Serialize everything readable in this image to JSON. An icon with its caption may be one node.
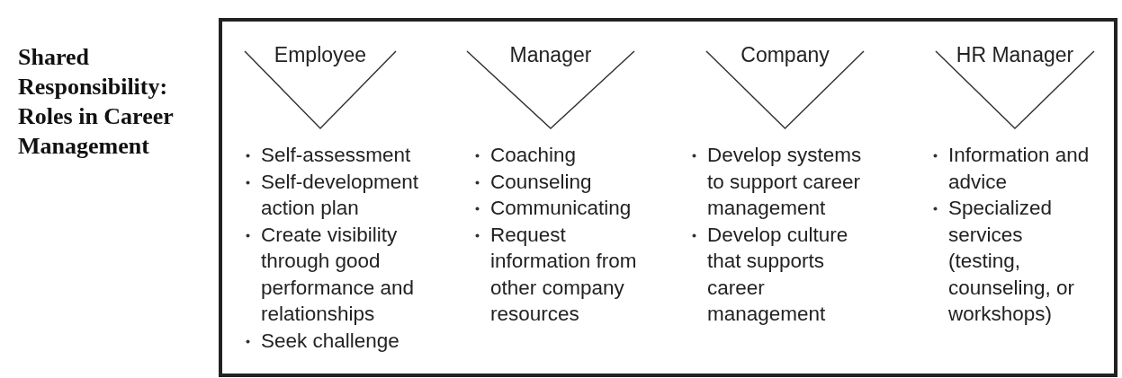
{
  "diagram": {
    "title": "Shared Responsibility: Roles in Career Management",
    "nodes": [
      {
        "text": [],
        "shape": "box"
      },
      {
        "text": [
          "Employee"
        ],
        "in": 0,
        "beside": [
          "Self-assessment",
          "Self-development action plan",
          "Create visibility through good performance and relationships",
          "Seek challenge"
        ]
      },
      {
        "text": [
          "Manager"
        ],
        "in": 0,
        "beside": [
          "Coaching",
          "Counseling",
          "Communicating",
          "Request information from other company resources"
        ]
      },
      {
        "text": [
          "Company"
        ],
        "in": 0,
        "beside": [
          "Develop systems to support career management",
          "Develop culture that supports career management"
        ]
      },
      {
        "text": [
          "HR Manager"
        ],
        "in": 0,
        "beside": [
          "Information and advice",
          "Specialized services (testing, counseling, or workshops)"
        ]
      }
    ]
  }
}
